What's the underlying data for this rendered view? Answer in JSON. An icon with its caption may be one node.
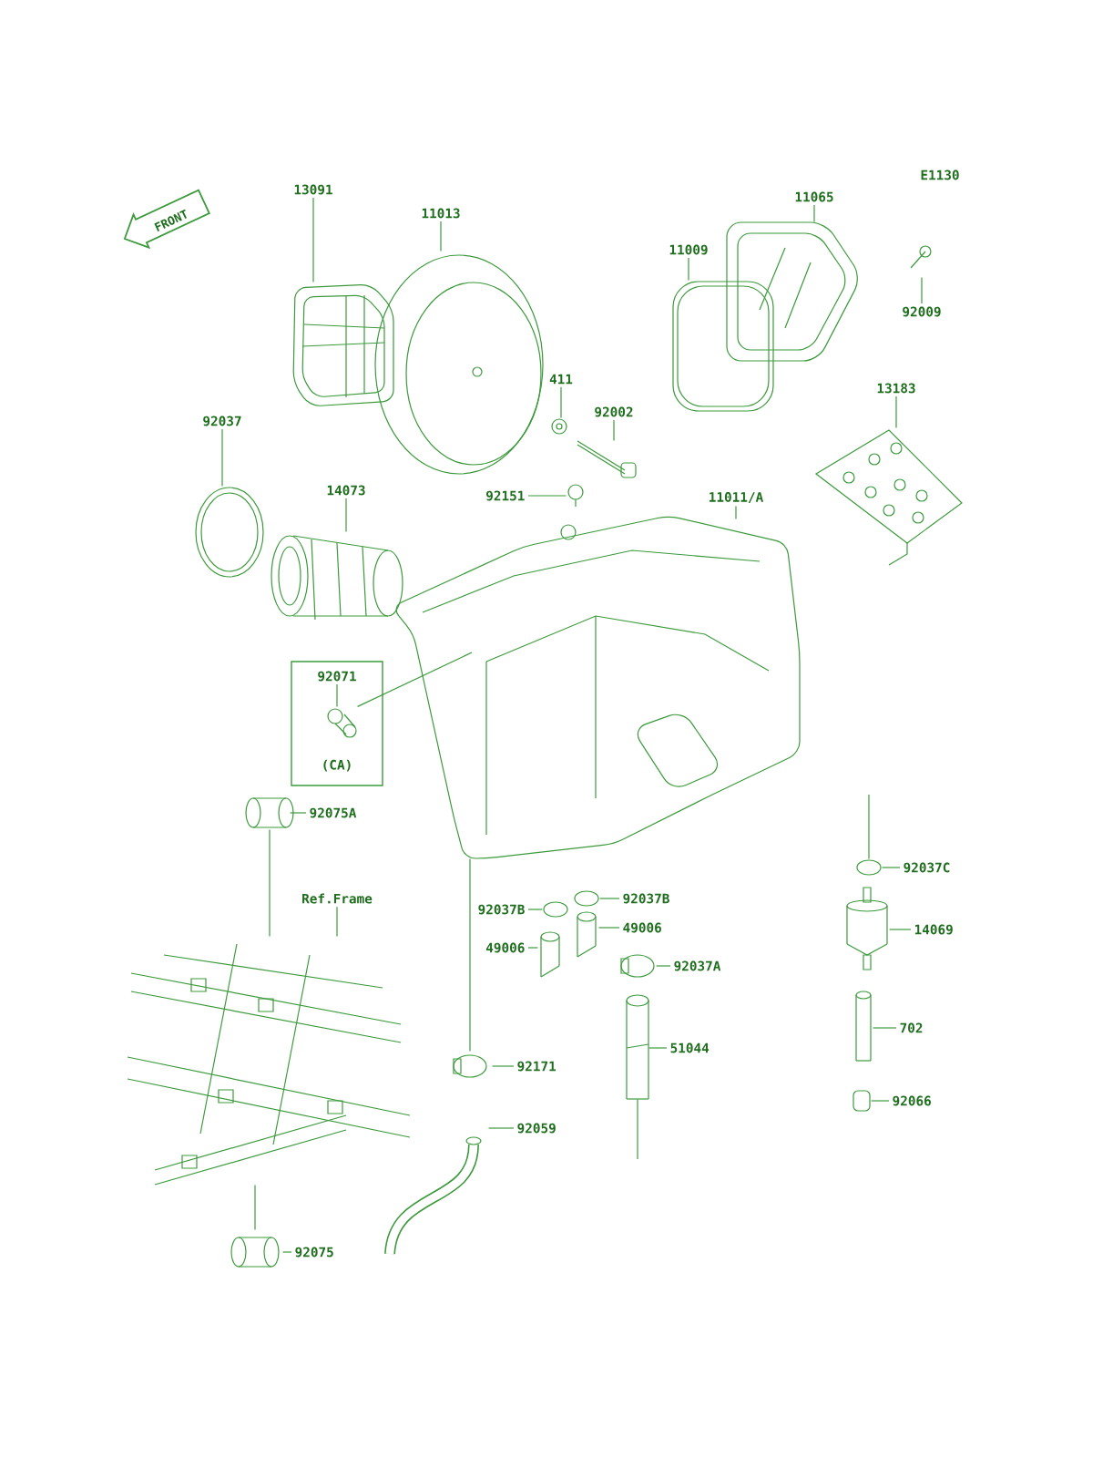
{
  "diagram": {
    "nodes": [
      {
        "text": [
          "13091"
        ]
      },
      {
        "text": [],
        "shape": "picture"
      },
      {
        "text": [
          "11013"
        ]
      },
      {
        "text": [],
        "shape": "picture"
      },
      {
        "text": [
          "11065"
        ]
      },
      {
        "text": [],
        "shape": "picture"
      },
      {
        "text": [
          "11009"
        ]
      },
      {
        "text": [],
        "shape": "box"
      },
      {
        "text": [
          "92009"
        ]
      },
      {
        "text": [],
        "shape": "picture"
      },
      {
        "text": [
          "411"
        ]
      },
      {
        "text": [],
        "shape": "picture"
      },
      {
        "text": [
          "92002"
        ]
      },
      {
        "text": [],
        "shape": "picture"
      },
      {
        "text": [
          "92037"
        ]
      },
      {
        "text": [],
        "shape": "circle"
      },
      {
        "text": [
          "14073"
        ]
      },
      {
        "text": [],
        "shape": "picture"
      },
      {
        "text": [
          "92151"
        ]
      },
      {
        "text": [],
        "shape": "picture"
      },
      {
        "text": [
          "11011/A"
        ]
      },
      {
        "text": [],
        "shape": "picture"
      },
      {
        "text": [
          "13183"
        ]
      },
      {
        "text": [],
        "shape": "picture"
      },
      {
        "text": [
          "(CA)"
        ]
      },
      {
        "text": [
          "92071"
        ],
        "in": 24
      },
      {
        "text": [],
        "shape": "picture",
        "in": 24
      },
      {
        "text": [
          "92075A"
        ]
      },
      {
        "text": [],
        "shape": "picture"
      },
      {
        "text": [
          "Ref.Frame"
        ]
      },
      {
        "text": [],
        "shape": "picture"
      },
      {
        "text": [
          "92037B"
        ]
      },
      {
        "text": [],
        "shape": "circle"
      },
      {
        "text": [
          "92037B"
        ]
      },
      {
        "text": [],
        "shape": "circle"
      },
      {
        "text": [
          "49006"
        ]
      },
      {
        "text": [],
        "shape": "picture"
      },
      {
        "text": [
          "49006"
        ]
      },
      {
        "text": [],
        "shape": "picture"
      },
      {
        "text": [
          "92037A"
        ]
      },
      {
        "text": [],
        "shape": "picture"
      },
      {
        "text": [
          "92037C"
        ]
      },
      {
        "text": [],
        "shape": "circle"
      },
      {
        "text": [
          "14069"
        ]
      },
      {
        "text": [],
        "shape": "picture"
      },
      {
        "text": [
          "702"
        ]
      },
      {
        "text": [],
        "shape": "picture"
      },
      {
        "text": [
          "92066"
        ]
      },
      {
        "text": [],
        "shape": "box"
      },
      {
        "text": [
          "92171"
        ]
      },
      {
        "text": [],
        "shape": "picture"
      },
      {
        "text": [
          "92059"
        ]
      },
      {
        "text": [],
        "shape": "picture"
      },
      {
        "text": [
          "51044"
        ]
      },
      {
        "text": [],
        "shape": "picture"
      },
      {
        "text": [
          "92075"
        ]
      },
      {
        "text": [],
        "shape": "picture"
      }
    ],
    "edges": [
      {
        "from": 0,
        "to": 1,
        "arrow": "none"
      },
      {
        "from": 2,
        "to": 3,
        "arrow": "none"
      },
      {
        "from": 4,
        "to": 5,
        "arrow": "none"
      },
      {
        "from": 6,
        "to": 7,
        "arrow": "none"
      },
      {
        "from": 8,
        "to": 9,
        "arrow": "none"
      },
      {
        "from": 10,
        "to": 11,
        "arrow": "none"
      },
      {
        "from": 12,
        "to": 13,
        "arrow": "none"
      },
      {
        "from": 14,
        "to": 15,
        "arrow": "none"
      },
      {
        "from": 16,
        "to": 17,
        "arrow": "none"
      },
      {
        "from": 18,
        "to": 19,
        "arrow": "none"
      },
      {
        "from": 20,
        "to": 21,
        "arrow": "none"
      },
      {
        "from": 22,
        "to": 23,
        "arrow": "none"
      },
      {
        "from": 25,
        "to": 26,
        "arrow": "none"
      },
      {
        "from": 26,
        "to": 21,
        "arrow": "none"
      },
      {
        "from": 27,
        "to": 28,
        "arrow": "none"
      },
      {
        "from": 29,
        "to": 30,
        "arrow": "none"
      },
      {
        "from": 28,
        "to": 30,
        "arrow": "none"
      },
      {
        "from": 31,
        "to": 32,
        "arrow": "none"
      },
      {
        "from": 33,
        "to": 34,
        "arrow": "none"
      },
      {
        "from": 35,
        "to": 36,
        "arrow": "none"
      },
      {
        "from": 37,
        "to": 38,
        "arrow": "none"
      },
      {
        "from": 39,
        "to": 40,
        "arrow": "none"
      },
      {
        "from": 41,
        "to": 42,
        "arrow": "none"
      },
      {
        "from": 43,
        "to": 44,
        "arrow": "none"
      },
      {
        "from": 45,
        "to": 46,
        "arrow": "none"
      },
      {
        "from": 47,
        "to": 48,
        "arrow": "none"
      },
      {
        "from": 49,
        "to": 50,
        "arrow": "none"
      },
      {
        "from": 50,
        "to": 21,
        "arrow": "none"
      },
      {
        "from": 51,
        "to": 52,
        "arrow": "none"
      },
      {
        "from": 53,
        "to": 54,
        "arrow": "none"
      },
      {
        "from": 55,
        "to": 56,
        "arrow": "none"
      },
      {
        "from": 56,
        "to": 30,
        "arrow": "none"
      },
      {
        "from": 42,
        "to": null,
        "arrow": "none"
      },
      {
        "from": 54,
        "to": null,
        "arrow": "none"
      }
    ],
    "labels": [
      "E1130",
      "FRONT"
    ]
  }
}
